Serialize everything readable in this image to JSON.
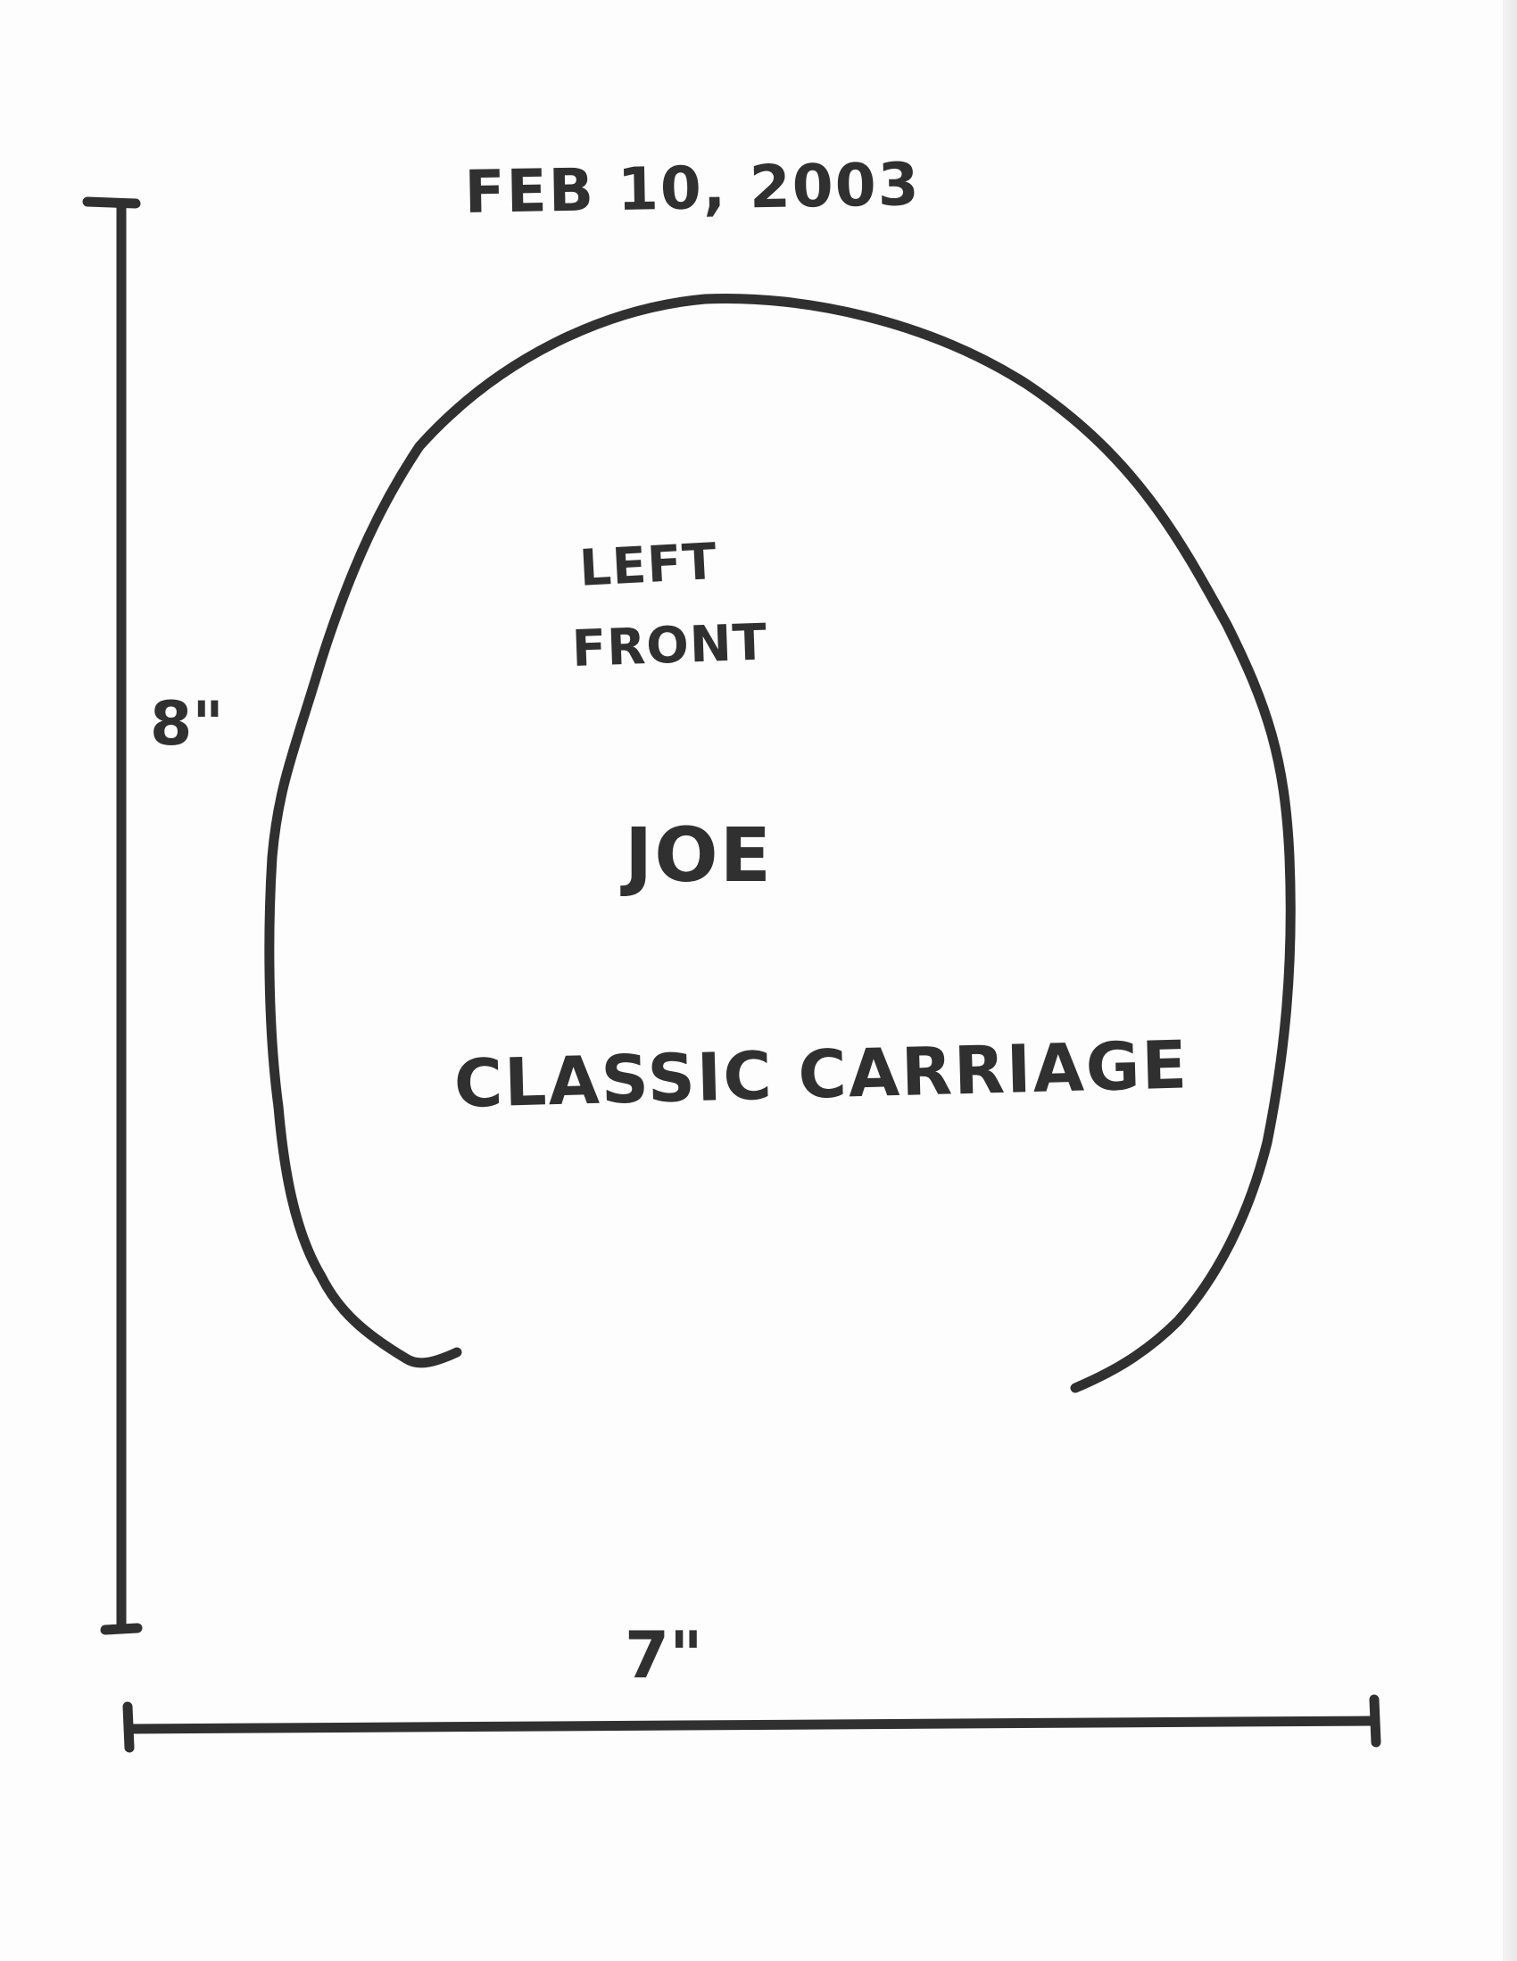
{
  "date": "FEB 10, 2003",
  "label": {
    "line1": "LEFT",
    "line2": "FRONT"
  },
  "name": "JOE",
  "company": "Classic Carriage",
  "dimensions": {
    "height": "8\"",
    "width": "7\""
  },
  "ink_color": "#2f302f"
}
